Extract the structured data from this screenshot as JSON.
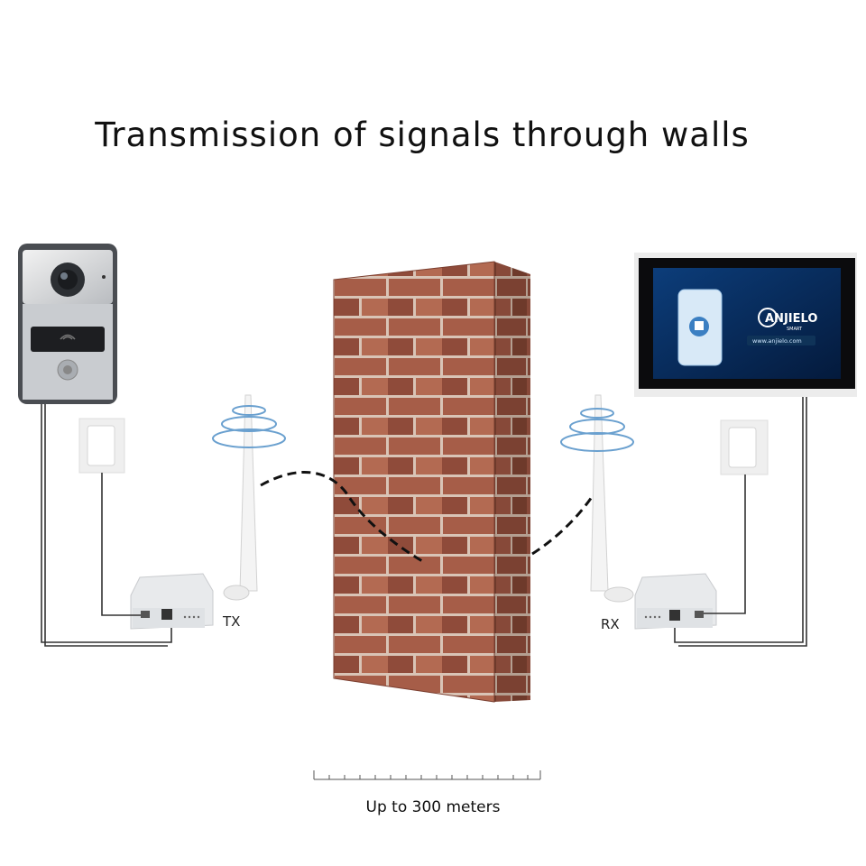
{
  "title": "Transmission of signals through walls",
  "tx_label": "TX",
  "rx_label": "RX",
  "distance_label": "Up to 300 meters",
  "monitor": {
    "brand": "ANJIELO",
    "brand_sub": "SMART",
    "url": "www.anjielo.com"
  },
  "colors": {
    "brick": "#a05a45",
    "mortar": "#d8c3b5",
    "screen": "#0a2a5a"
  }
}
